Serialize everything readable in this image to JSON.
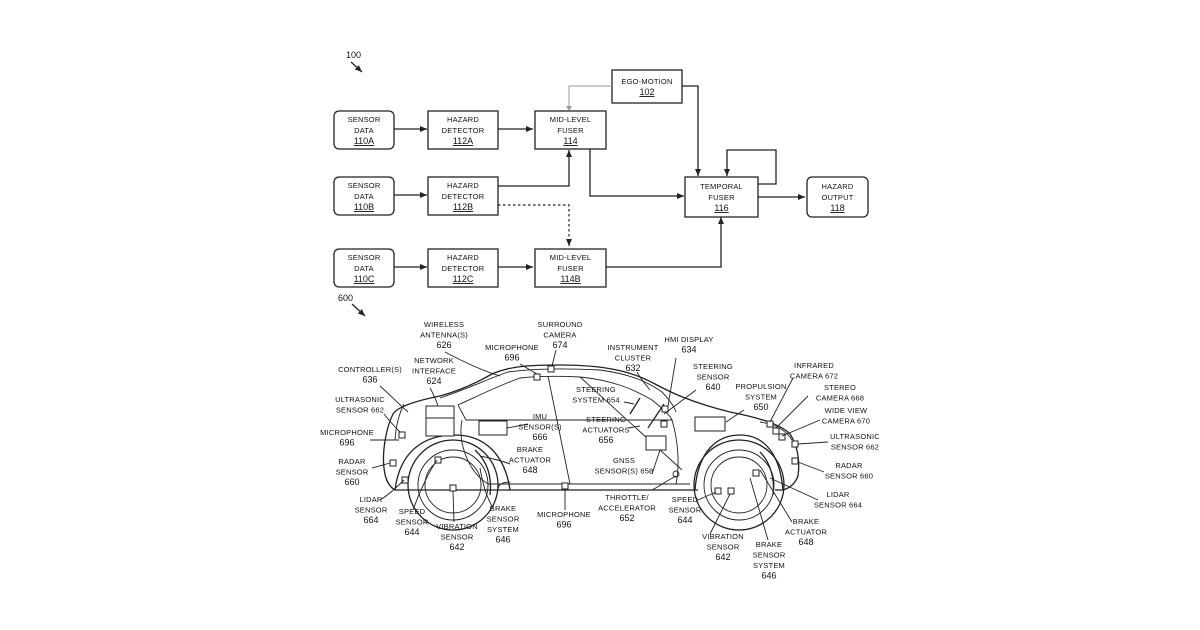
{
  "diagram1": {
    "ref": "100",
    "boxes": [
      {
        "id": "sensor-110a",
        "line1": "SENSOR",
        "line2": "DATA",
        "number": "110A"
      },
      {
        "id": "sensor-110b",
        "line1": "SENSOR",
        "line2": "DATA",
        "number": "110B"
      },
      {
        "id": "sensor-110c",
        "line1": "SENSOR",
        "line2": "DATA",
        "number": "110C"
      },
      {
        "id": "hazard-112a",
        "line1": "HAZARD",
        "line2": "DETECTOR",
        "number": "112A"
      },
      {
        "id": "hazard-112b",
        "line1": "HAZARD",
        "line2": "DETECTOR",
        "number": "112B"
      },
      {
        "id": "hazard-112c",
        "line1": "HAZARD",
        "line2": "DETECTOR",
        "number": "112C"
      },
      {
        "id": "fuser-114",
        "line1": "MID-LEVEL",
        "line2": "FUSER",
        "number": "114"
      },
      {
        "id": "fuser-114b",
        "line1": "MID-LEVEL",
        "line2": "FUSER",
        "number": "114B"
      },
      {
        "id": "ego-102",
        "line1": "EGO-MOTION",
        "line2": "",
        "number": "102"
      },
      {
        "id": "temporal-116",
        "line1": "TEMPORAL",
        "line2": "FUSER",
        "number": "116"
      },
      {
        "id": "output-118",
        "line1": "HAZARD",
        "line2": "OUTPUT",
        "number": "118"
      }
    ]
  },
  "diagram2": {
    "ref": "600",
    "labels": [
      {
        "id": "wireless",
        "lines": [
          "WIRELESS",
          "ANTENNA(S)",
          "626"
        ]
      },
      {
        "id": "surround",
        "lines": [
          "SURROUND",
          "CAMERA",
          "674"
        ]
      },
      {
        "id": "mic-top",
        "lines": [
          "MICROPHONE",
          "696"
        ]
      },
      {
        "id": "network",
        "lines": [
          "NETWORK",
          "INTERFACE",
          "624"
        ]
      },
      {
        "id": "controller",
        "lines": [
          "CONTROLLER(S)",
          "636"
        ]
      },
      {
        "id": "ultra-left",
        "lines": [
          "ULTRASONIC",
          "SENSOR 662"
        ]
      },
      {
        "id": "mic-left",
        "lines": [
          "MICROPHONE",
          "696"
        ]
      },
      {
        "id": "radar-left",
        "lines": [
          "RADAR",
          "SENSOR",
          "660"
        ]
      },
      {
        "id": "lidar-left",
        "lines": [
          "LIDAR",
          "SENSOR",
          "664"
        ]
      },
      {
        "id": "speed-left",
        "lines": [
          "SPEED",
          "SENSOR",
          "644"
        ]
      },
      {
        "id": "vib-left",
        "lines": [
          "VIBRATION",
          "SENSOR",
          "642"
        ]
      },
      {
        "id": "brakesys-left",
        "lines": [
          "BRAKE",
          "SENSOR",
          "SYSTEM",
          "646"
        ]
      },
      {
        "id": "mic-bottom",
        "lines": [
          "MICROPHONE",
          "696"
        ]
      },
      {
        "id": "imu",
        "lines": [
          "IMU",
          "SENSOR(S)",
          "666"
        ]
      },
      {
        "id": "brakeact-left",
        "lines": [
          "BRAKE",
          "ACTUATOR",
          "648"
        ]
      },
      {
        "id": "instrument",
        "lines": [
          "INSTRUMENT",
          "CLUSTER",
          "632"
        ]
      },
      {
        "id": "hmi",
        "lines": [
          "HMI DISPLAY",
          "634"
        ]
      },
      {
        "id": "steering-sys",
        "lines": [
          "STEERING",
          "SYSTEM 654"
        ]
      },
      {
        "id": "steering-act",
        "lines": [
          "STEERING",
          "ACTUATORS",
          "656"
        ]
      },
      {
        "id": "gnss",
        "lines": [
          "GNSS",
          "SENSOR(S) 658"
        ]
      },
      {
        "id": "throttle",
        "lines": [
          "THROTTLE/",
          "ACCELERATOR",
          "652"
        ]
      },
      {
        "id": "steering-sensor",
        "lines": [
          "STEERING",
          "SENSOR",
          "640"
        ]
      },
      {
        "id": "propulsion",
        "lines": [
          "PROPULSION",
          "SYSTEM",
          "650"
        ]
      },
      {
        "id": "infrared",
        "lines": [
          "INFRARED",
          "CAMERA 672"
        ]
      },
      {
        "id": "stereo",
        "lines": [
          "STEREO",
          "CAMERA 668"
        ]
      },
      {
        "id": "wideview",
        "lines": [
          "WIDE VIEW",
          "CAMERA 670"
        ]
      },
      {
        "id": "ultra-right",
        "lines": [
          "ULTRASONIC",
          "SENSOR 662"
        ]
      },
      {
        "id": "radar-right",
        "lines": [
          "RADAR",
          "SENSOR 660"
        ]
      },
      {
        "id": "lidar-right",
        "lines": [
          "LIDAR",
          "SENSOR 664"
        ]
      },
      {
        "id": "brakeact-right",
        "lines": [
          "BRAKE",
          "ACTUATOR",
          "648"
        ]
      },
      {
        "id": "speed-right",
        "lines": [
          "SPEED",
          "SENSOR",
          "644"
        ]
      },
      {
        "id": "vib-right",
        "lines": [
          "VIBRATION",
          "SENSOR",
          "642"
        ]
      },
      {
        "id": "brakesys-right",
        "lines": [
          "BRAKE",
          "SENSOR",
          "SYSTEM",
          "646"
        ]
      }
    ]
  }
}
